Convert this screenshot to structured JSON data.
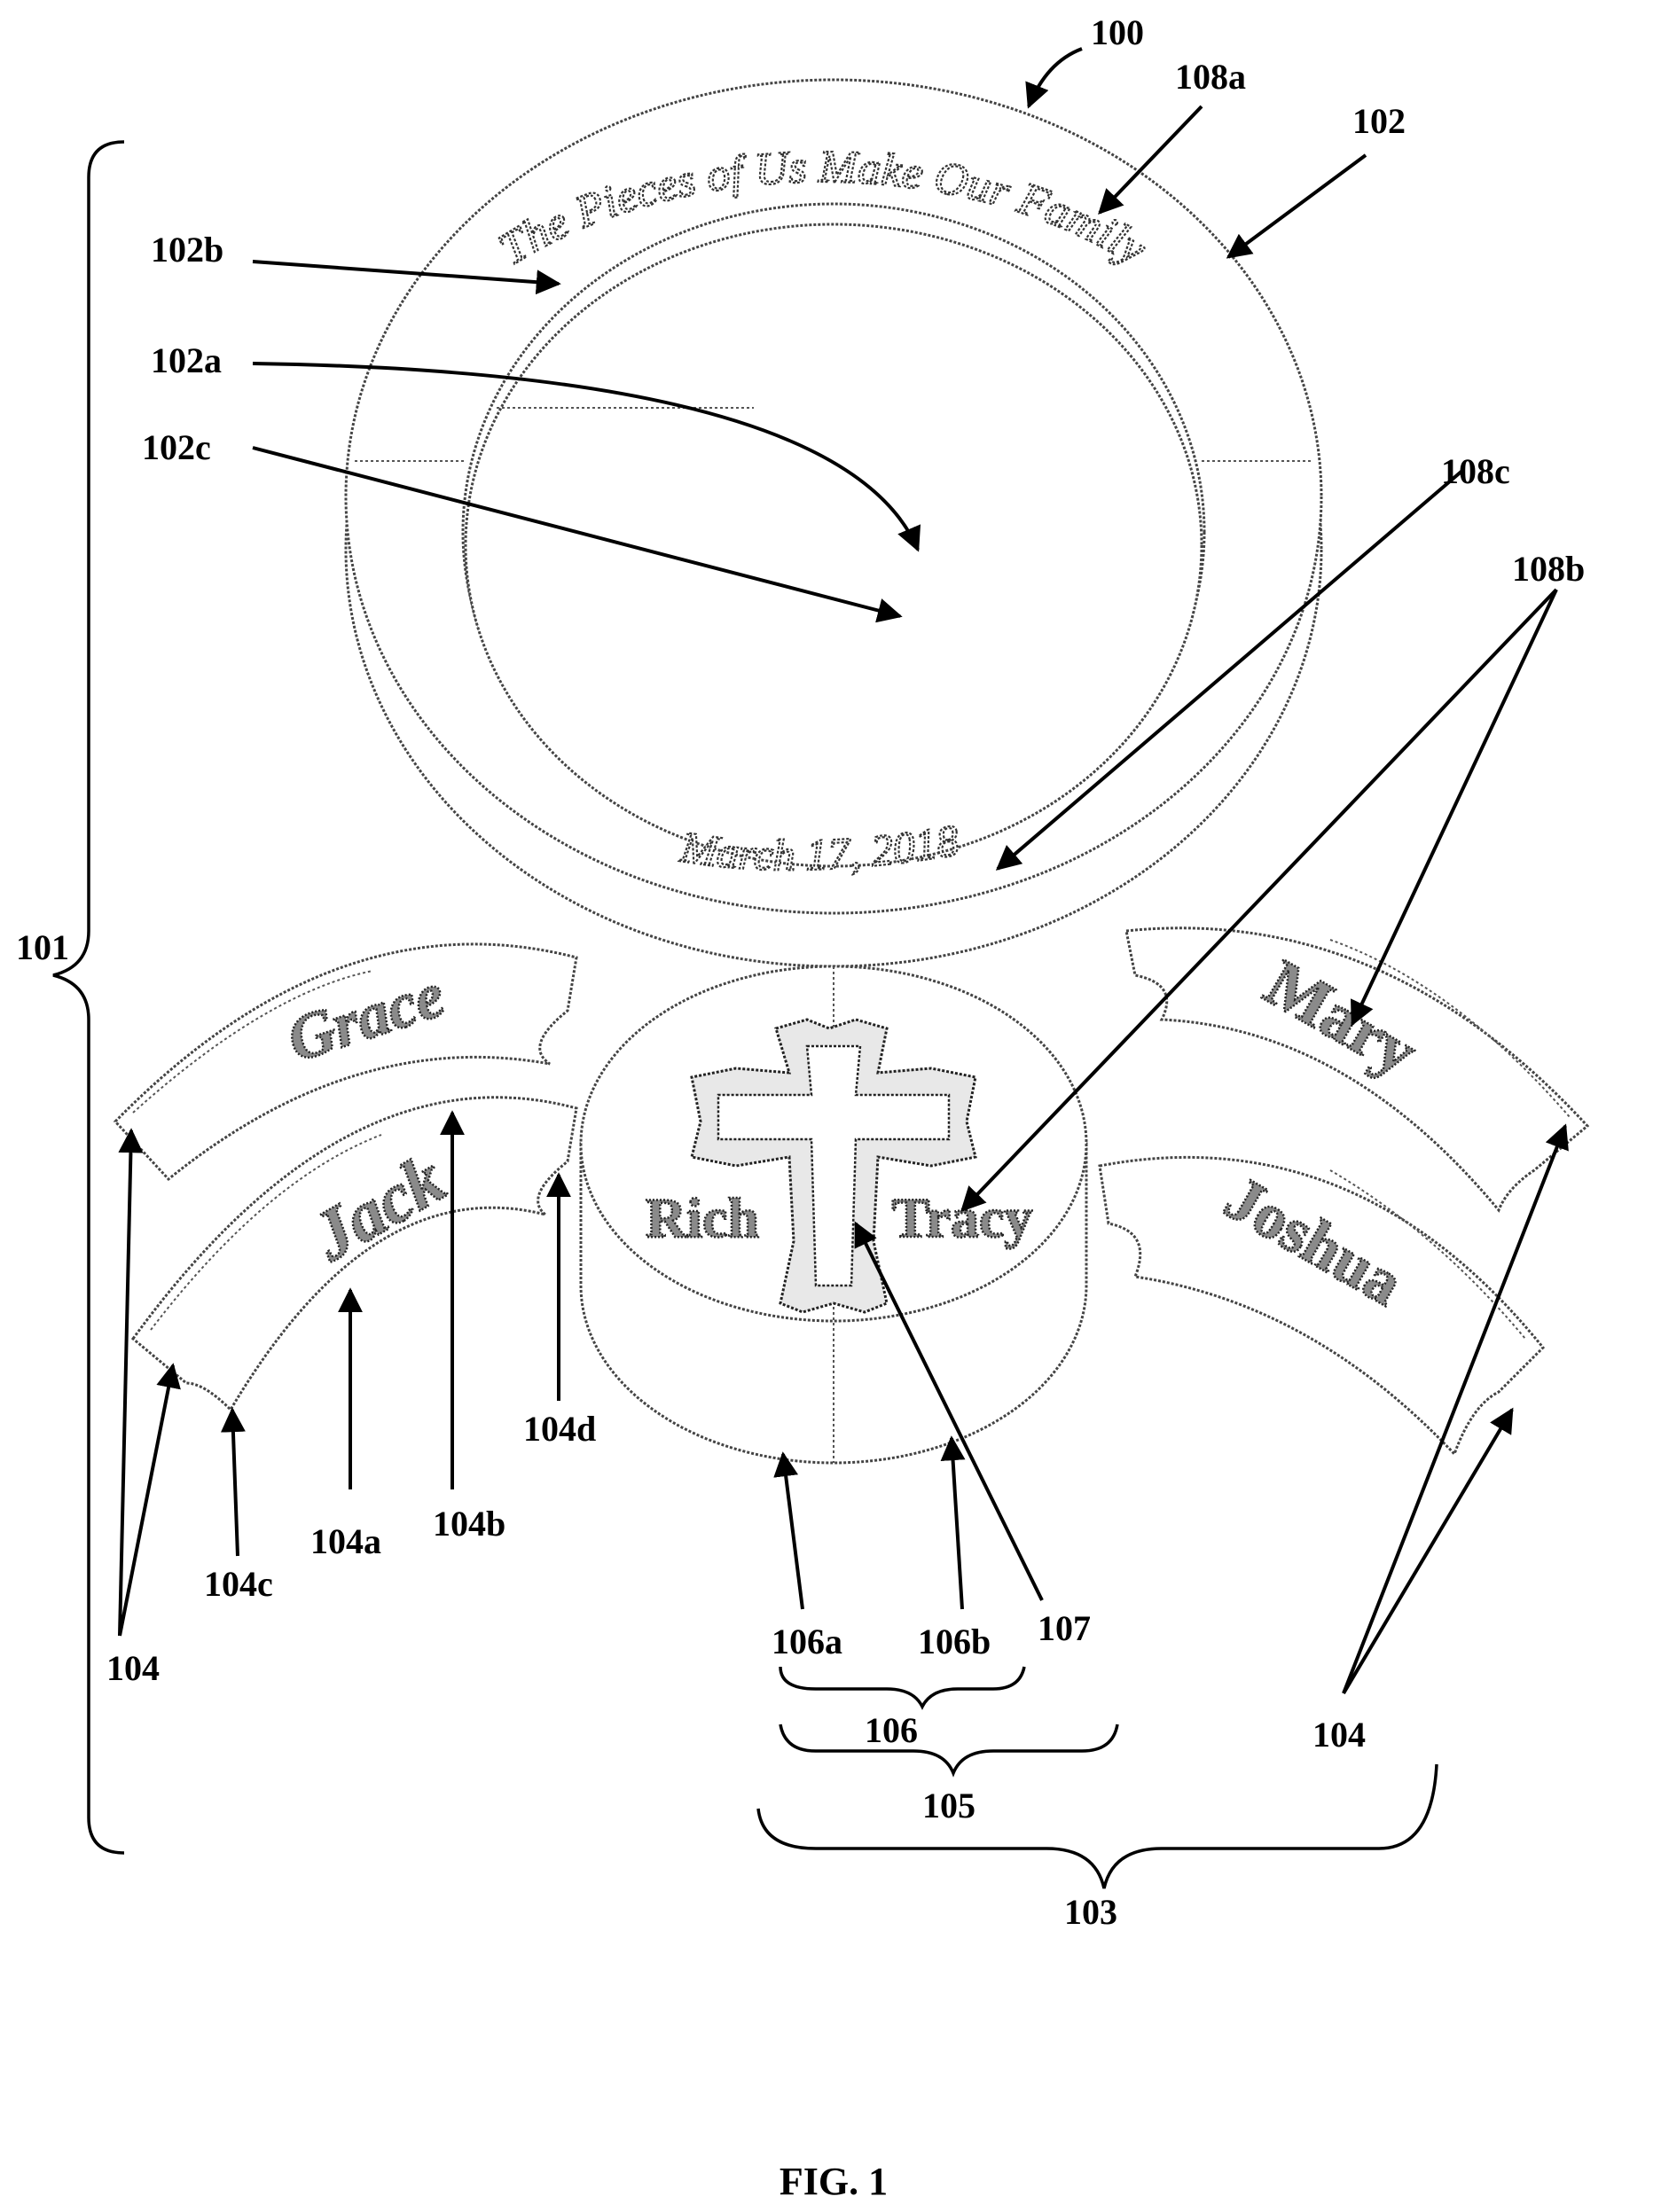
{
  "figure": {
    "caption": "FIG. 1",
    "engravings": {
      "top_arc": "The Pieces of Us Make Our Family",
      "date": "March 17, 2018"
    },
    "names": {
      "upper_left": "Grace",
      "lower_left": "Jack",
      "upper_right": "Mary",
      "lower_right": "Joshua",
      "center_left": "Rich",
      "center_right": "Tracy"
    },
    "reference_numerals": {
      "r100": "100",
      "r101": "101",
      "r102": "102",
      "r102a": "102a",
      "r102b": "102b",
      "r102c": "102c",
      "r103": "103",
      "r104_left": "104",
      "r104_right": "104",
      "r104a": "104a",
      "r104b": "104b",
      "r104c": "104c",
      "r104d": "104d",
      "r105": "105",
      "r106": "106",
      "r106a": "106a",
      "r106b": "106b",
      "r107": "107",
      "r108a": "108a",
      "r108b": "108b",
      "r108c": "108c"
    }
  }
}
